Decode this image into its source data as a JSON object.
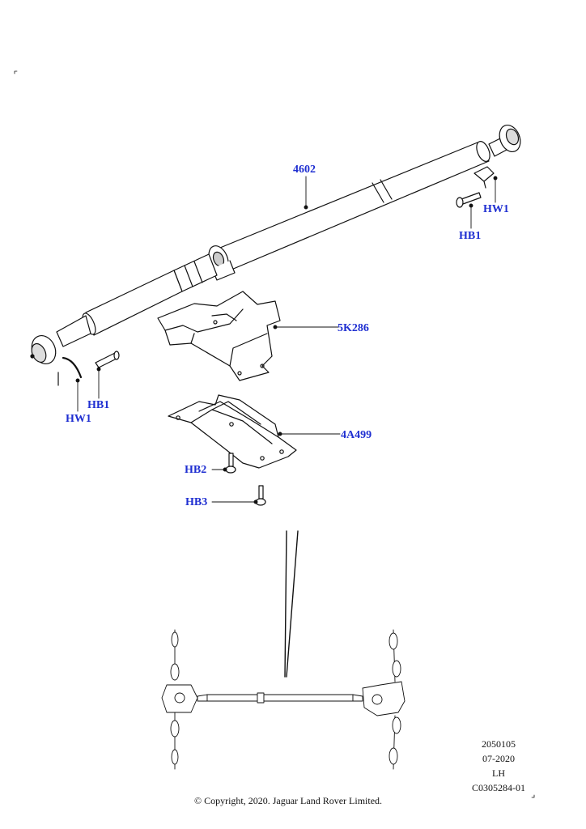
{
  "callouts": {
    "shaft": "4602",
    "shield": "5K286",
    "bracket": "4A499",
    "hw1_right": "HW1",
    "hb1_right": "HB1",
    "hb1_left": "HB1",
    "hw1_left": "HW1",
    "hb2": "HB2",
    "hb3": "HB3"
  },
  "metadata": {
    "line1": "2050105",
    "line2": "07-2020",
    "line3": "LH",
    "line4": "C0305284-01"
  },
  "copyright": "© Copyright, 2020. Jaguar Land Rover Limited.",
  "colors": {
    "callout": "#1f2fd1",
    "line": "#111111"
  }
}
